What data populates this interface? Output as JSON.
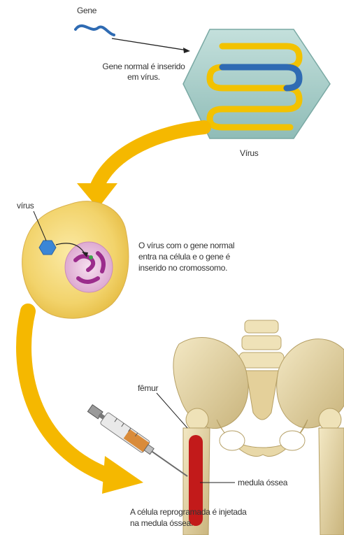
{
  "labels": {
    "gene": "Gene",
    "gene_inserted": "Gene normal é inserido em vírus.",
    "virus_caption": "Vírus",
    "virus_small": "vírus",
    "cell_text": "O vírus com o gene normal entra na célula e o gene é inserido no cromossomo.",
    "femur": "fêmur",
    "marrow": "medula óssea",
    "final_text": "A célula reprogramada é injetada na medula óssea."
  },
  "colors": {
    "arrow_yellow": "#f5b800",
    "gene_blue": "#2f6bb3",
    "capsule_teal": "#a9cdc9",
    "strand_yellow": "#f2c200",
    "cell_yellow": "#f2d36b",
    "nucleus_pink": "#e6b6da",
    "chromosome_purple": "#9b2c8c",
    "bone": "#e8d8a8",
    "marrow_red": "#c21a1a"
  }
}
